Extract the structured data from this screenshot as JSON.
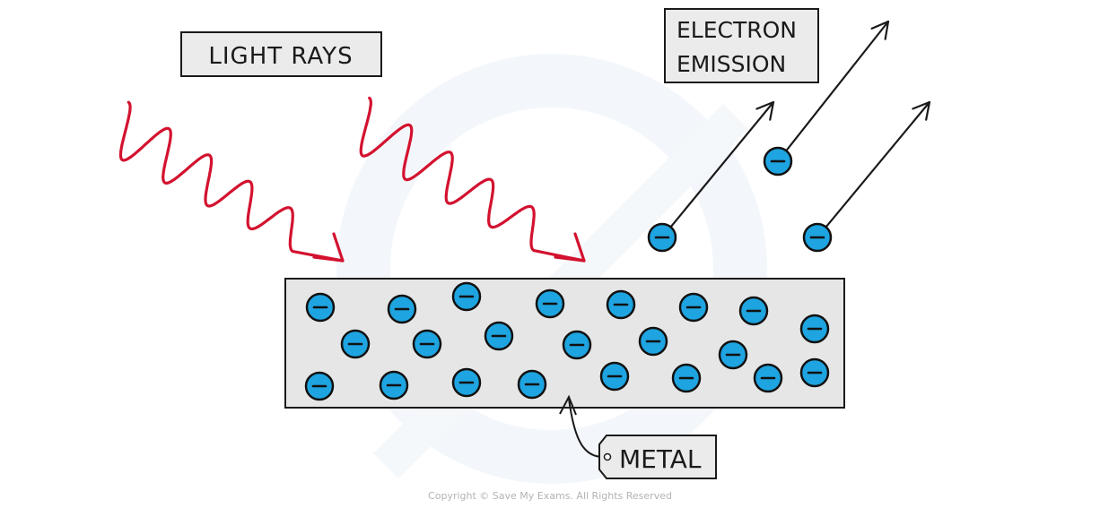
{
  "diagram": {
    "title": "Photoelectric effect",
    "labels": {
      "light_rays": "LIGHT RAYS",
      "electron_emission_line1": "ELECTRON",
      "electron_emission_line2": "EMISSION",
      "metal": "METAL"
    },
    "electron_symbol": "−",
    "copyright": "Copyright © Save My Exams. All Rights Reserved",
    "colors": {
      "wave": "#d3122f",
      "electron_fill": "#1ea4e0",
      "electron_outline": "#111111",
      "label_box_fill": "#ebebeb",
      "metal_fill": "#e6e6e6",
      "outline": "#1a1a1a",
      "watermark": "#f2f6fa"
    },
    "counts": {
      "light_rays": 2,
      "electrons_in_metal": 22,
      "emitted_electrons": 3
    }
  }
}
